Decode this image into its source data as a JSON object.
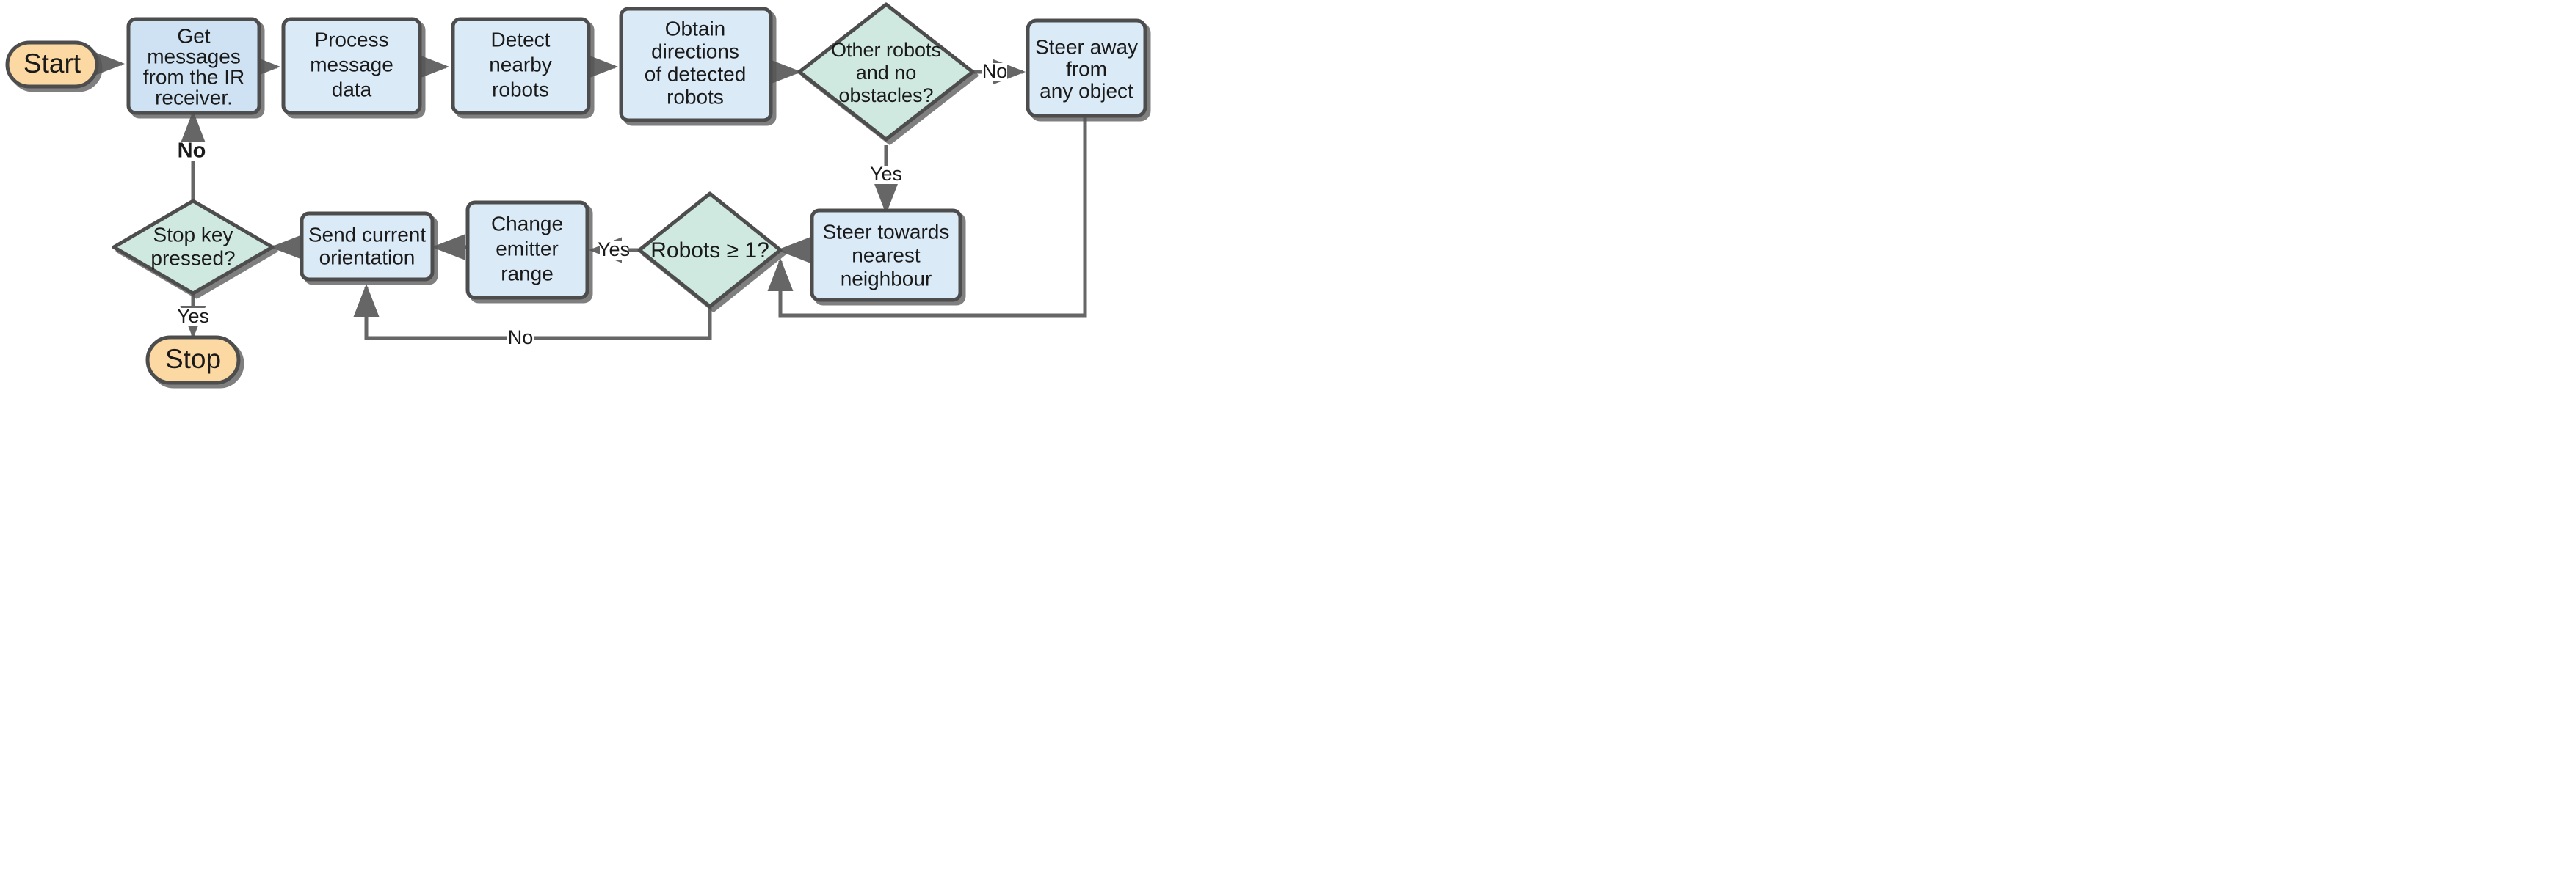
{
  "diagram": {
    "title": "Robot swarm IR communication control-loop flowchart",
    "colors": {
      "process_fill": "#dbeaf7",
      "process_alt_fill": "#cfe2f3",
      "decision_fill": "#cfe8e0",
      "terminal_fill": "#fcd9a2",
      "node_stroke": "#4d4d4d",
      "edge_stroke": "#666666",
      "text": "#1a1a1a",
      "background": "#ffffff"
    },
    "nodes": [
      {
        "id": "start",
        "type": "terminal",
        "lines": [
          "Start"
        ]
      },
      {
        "id": "get_messages",
        "type": "process",
        "lines": [
          "Get",
          "messages",
          "from the IR",
          "receiver."
        ]
      },
      {
        "id": "process_msg",
        "type": "process",
        "lines": [
          "Process",
          "message",
          "data"
        ]
      },
      {
        "id": "detect",
        "type": "process",
        "lines": [
          "Detect",
          "nearby",
          "robots"
        ]
      },
      {
        "id": "obtain_dirs",
        "type": "process",
        "lines": [
          "Obtain",
          "directions",
          "of detected",
          "robots"
        ]
      },
      {
        "id": "other_robots",
        "type": "decision",
        "lines": [
          "Other robots",
          "and no",
          "obstacles?"
        ]
      },
      {
        "id": "steer_away",
        "type": "process",
        "lines": [
          "Steer away",
          "from",
          "any object"
        ]
      },
      {
        "id": "steer_towards",
        "type": "process",
        "lines": [
          "Steer towards",
          "nearest",
          "neighbour"
        ]
      },
      {
        "id": "robots_ge_1",
        "type": "decision",
        "lines": [
          "Robots ≥ 1?"
        ]
      },
      {
        "id": "change_range",
        "type": "process",
        "lines": [
          "Change",
          "emitter",
          "range"
        ]
      },
      {
        "id": "send_orient",
        "type": "process",
        "lines": [
          "Send current",
          "orientation"
        ]
      },
      {
        "id": "stop_key",
        "type": "decision",
        "lines": [
          "Stop key",
          "pressed?"
        ]
      },
      {
        "id": "stop",
        "type": "terminal",
        "lines": [
          "Stop"
        ]
      }
    ],
    "edges": [
      {
        "from": "start",
        "to": "get_messages",
        "label": ""
      },
      {
        "from": "get_messages",
        "to": "process_msg",
        "label": ""
      },
      {
        "from": "process_msg",
        "to": "detect",
        "label": ""
      },
      {
        "from": "detect",
        "to": "obtain_dirs",
        "label": ""
      },
      {
        "from": "obtain_dirs",
        "to": "other_robots",
        "label": ""
      },
      {
        "from": "other_robots",
        "to": "steer_away",
        "label": "No"
      },
      {
        "from": "other_robots",
        "to": "steer_towards",
        "label": "Yes"
      },
      {
        "from": "steer_towards",
        "to": "robots_ge_1",
        "label": ""
      },
      {
        "from": "steer_away",
        "to": "robots_ge_1",
        "label": ""
      },
      {
        "from": "robots_ge_1",
        "to": "change_range",
        "label": "Yes"
      },
      {
        "from": "robots_ge_1",
        "to": "send_orient",
        "label": "No"
      },
      {
        "from": "change_range",
        "to": "send_orient",
        "label": ""
      },
      {
        "from": "send_orient",
        "to": "stop_key",
        "label": ""
      },
      {
        "from": "stop_key",
        "to": "get_messages",
        "label": "No"
      },
      {
        "from": "stop_key",
        "to": "stop",
        "label": "Yes"
      }
    ],
    "edge_labels": {
      "other_robots_no": "No",
      "other_robots_yes": "Yes",
      "robots_yes": "Yes",
      "robots_no": "No",
      "stop_key_no": "No",
      "stop_key_yes": "Yes"
    },
    "node_text": {
      "start": "Start",
      "get_messages_l1": "Get",
      "get_messages_l2": "messages",
      "get_messages_l3": "from the IR",
      "get_messages_l4": "receiver.",
      "process_msg_l1": "Process",
      "process_msg_l2": "message",
      "process_msg_l3": "data",
      "detect_l1": "Detect",
      "detect_l2": "nearby",
      "detect_l3": "robots",
      "obtain_l1": "Obtain",
      "obtain_l2": "directions",
      "obtain_l3": "of detected",
      "obtain_l4": "robots",
      "other_robots_l1": "Other robots",
      "other_robots_l2": "and no",
      "other_robots_l3": "obstacles?",
      "steer_away_l1": "Steer away",
      "steer_away_l2": "from",
      "steer_away_l3": "any object",
      "steer_towards_l1": "Steer towards",
      "steer_towards_l2": "nearest",
      "steer_towards_l3": "neighbour",
      "robots_ge_1": "Robots ≥ 1?",
      "change_range_l1": "Change",
      "change_range_l2": "emitter",
      "change_range_l3": "range",
      "send_orient_l1": "Send current",
      "send_orient_l2": "orientation",
      "stop_key_l1": "Stop key",
      "stop_key_l2": "pressed?",
      "stop": "Stop"
    }
  }
}
